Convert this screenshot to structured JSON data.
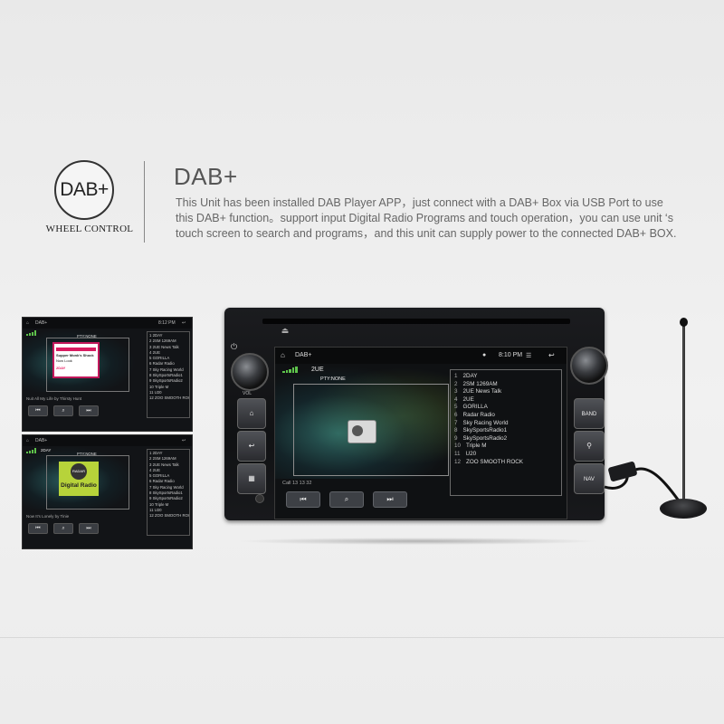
{
  "header": {
    "logo_text": "DAB+",
    "logo_caption": "WHEEL CONTROL",
    "title": "DAB+",
    "description": "This Unit has been installed DAB Player APP，just connect with a DAB+ Box via USB Port to use this DAB+ function。support input Digital Radio Programs and touch operation，you can use unit ‘s touch screen to search and programs，and this unit can supply power to the connected DAB+ BOX."
  },
  "main_screen": {
    "app_title": "DAB+",
    "time": "8:10 PM",
    "station": "2UE",
    "pty": "PTY:NONE",
    "status": "Call 13 13 32",
    "controls": {
      "prev": "⏮",
      "search": "🔍",
      "next": "⏭"
    },
    "stations": [
      {
        "num": "1",
        "name": "2DAY"
      },
      {
        "num": "2",
        "name": "2SM 1269AM"
      },
      {
        "num": "3",
        "name": "2UE News Talk"
      },
      {
        "num": "4",
        "name": "2UE"
      },
      {
        "num": "5",
        "name": "GORILLA"
      },
      {
        "num": "6",
        "name": "Radar Radio"
      },
      {
        "num": "7",
        "name": "Sky Racing World"
      },
      {
        "num": "8",
        "name": "SkySportsRadio1"
      },
      {
        "num": "9",
        "name": "SkySportsRadio2"
      },
      {
        "num": "10",
        "name": "Triple M"
      },
      {
        "num": "11",
        "name": "U20"
      },
      {
        "num": "12",
        "name": "ZOO SMOOTH ROCK"
      }
    ]
  },
  "mini_screen_1": {
    "app_title": "DAB+",
    "time": "8:12 PM",
    "pty": "PTY:NONE",
    "status": "Nuit All My Life by Thirsty Hunt",
    "art_line1": "Supper Monk's Shock",
    "art_line2": "Now Look",
    "art_brand": "2DAY",
    "stations": [
      "1 2DAY",
      "2 2SM 1269AM",
      "3 2UE News Talk",
      "4 2UE",
      "5 GORILLA",
      "6 Radar Radio",
      "7 Sky Racing World",
      "8 SkySportsRadio1",
      "9 SkySportsRadio2",
      "10 Triple M",
      "11 U20",
      "12 ZOO SMOOTH ROCK"
    ]
  },
  "mini_screen_2": {
    "app_title": "DAB+",
    "station": "2DAY",
    "pty": "PTY:NONE",
    "status": "Now It's Lonely by Tinie",
    "art_badge": "RADAR",
    "art_text": "Digital Radio",
    "stations": [
      "1 2DAY",
      "2 2SM 1269AM",
      "3 2UE News Talk",
      "4 2UE",
      "5 GORILLA",
      "6 Radar Radio",
      "7 Sky Racing World",
      "8 SkySportsRadio1",
      "9 SkySportsRadio2",
      "10 Triple M",
      "11 U20",
      "12 ZOO SMOOTH ROCK"
    ]
  },
  "unit": {
    "vol_label": "VOL",
    "band_label": "BAND",
    "nav_label": "NAV",
    "home_icon": "home-icon",
    "back_icon": "back-icon",
    "apps_icon": "apps-icon",
    "gps_icon": "gps-pin-icon"
  },
  "colors": {
    "signal": "#5ec34b",
    "accent_pink": "#d81b60",
    "dab_green": "#b7d33a"
  }
}
